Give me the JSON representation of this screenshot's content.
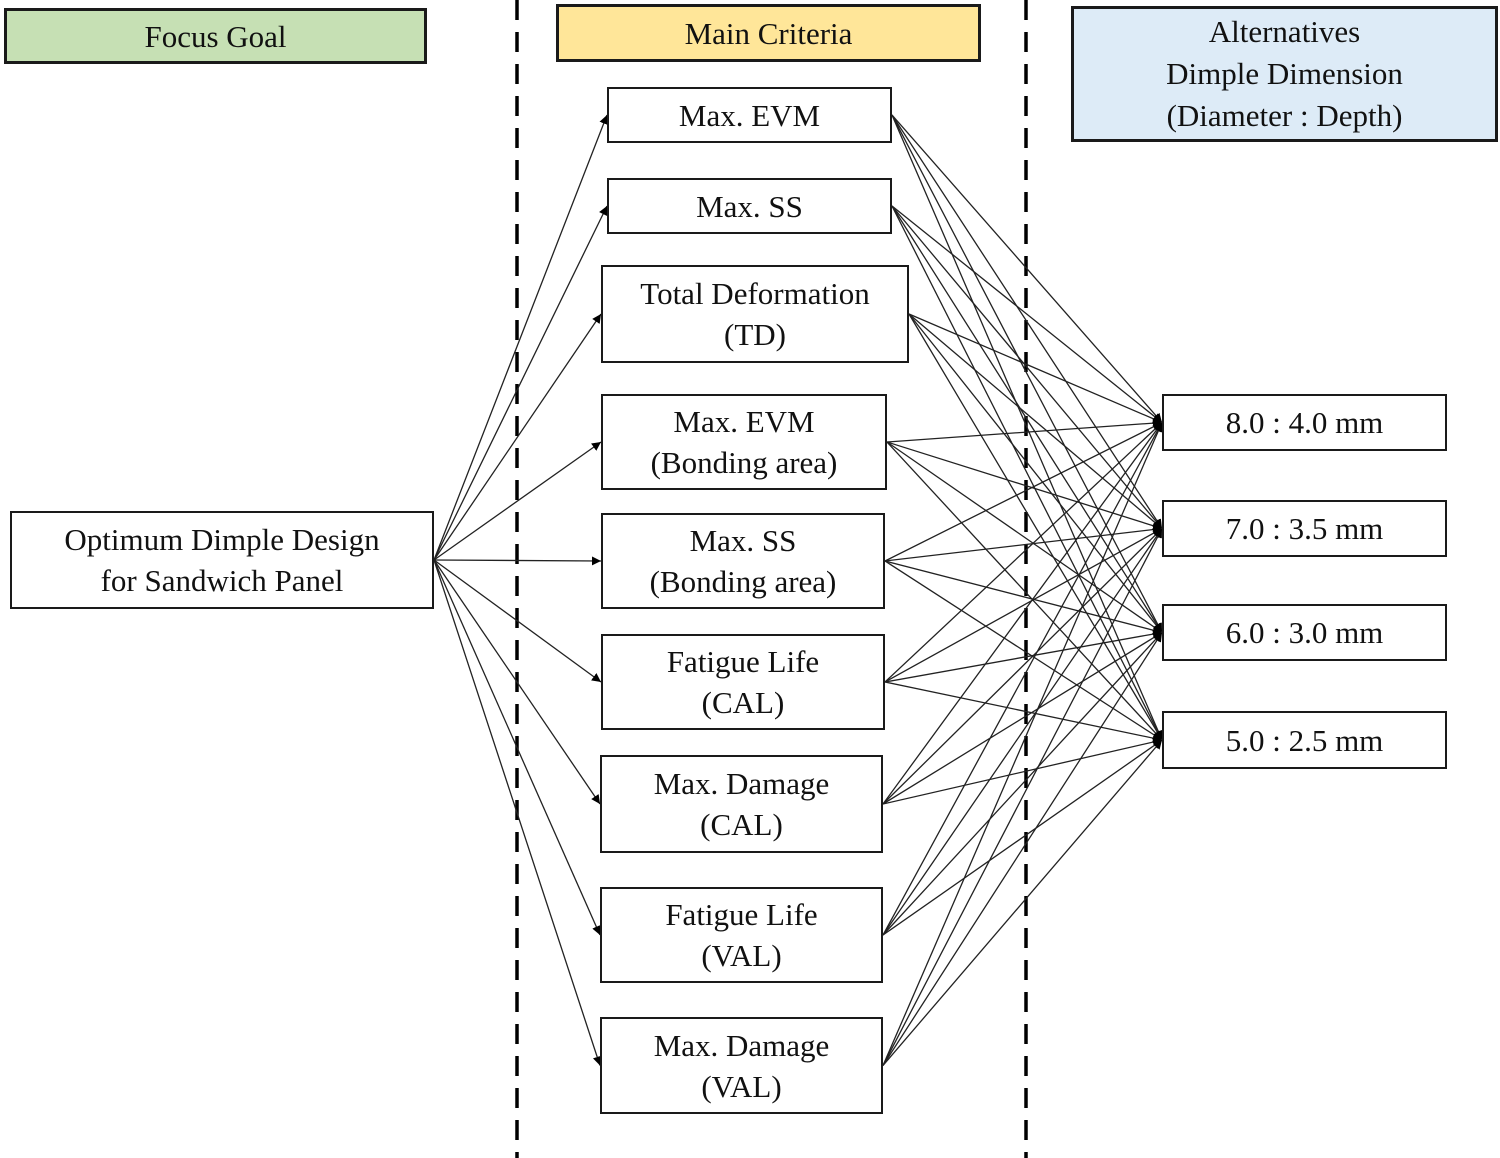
{
  "headers": {
    "goal": [
      "Focus Goal"
    ],
    "criteria": [
      "Main Criteria"
    ],
    "alternatives": [
      "Alternatives",
      "Dimple Dimension",
      "(Diameter : Depth)"
    ]
  },
  "goal": {
    "lines": [
      "Optimum Dimple Design",
      "for Sandwich Panel"
    ]
  },
  "criteria": [
    {
      "lines": [
        "Max. EVM"
      ]
    },
    {
      "lines": [
        "Max. SS"
      ]
    },
    {
      "lines": [
        "Total Deformation",
        "(TD)"
      ]
    },
    {
      "lines": [
        "Max. EVM",
        "(Bonding area)"
      ]
    },
    {
      "lines": [
        "Max. SS",
        "(Bonding area)"
      ]
    },
    {
      "lines": [
        "Fatigue Life",
        "(CAL)"
      ]
    },
    {
      "lines": [
        "Max. Damage",
        "(CAL)"
      ]
    },
    {
      "lines": [
        "Fatigue Life",
        "(VAL)"
      ]
    },
    {
      "lines": [
        "Max. Damage",
        "(VAL)"
      ]
    }
  ],
  "alternatives": [
    {
      "lines": [
        "8.0 : 4.0 mm"
      ]
    },
    {
      "lines": [
        "7.0 : 3.5 mm"
      ]
    },
    {
      "lines": [
        "6.0 : 3.0 mm"
      ]
    },
    {
      "lines": [
        "5.0 : 2.5 mm"
      ]
    }
  ],
  "colors": {
    "goal_header": "#c6e0b4",
    "criteria_header": "#ffe699",
    "alternatives_header": "#ddebf7"
  },
  "connections": {
    "goal_to_criteria": "all",
    "criteria_to_alternatives": "all"
  }
}
